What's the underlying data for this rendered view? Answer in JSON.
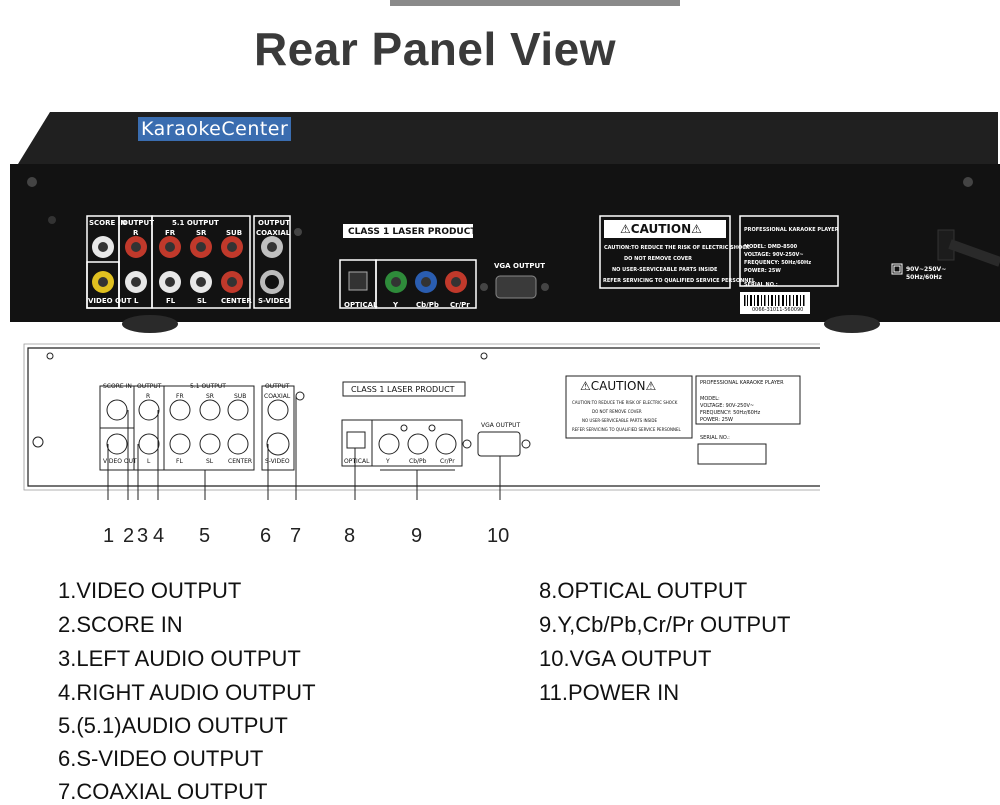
{
  "title": "Rear Panel View",
  "brand": "KaraokeCenter",
  "photo_labels": {
    "score_in": "SCORE IN",
    "output": "OUTPUT",
    "five_one_output": "5.1 OUTPUT",
    "output2": "OUTPUT",
    "coaxial": "COAXIAL",
    "r": "R",
    "l": "L",
    "fr": "FR",
    "sr": "SR",
    "sub": "SUB",
    "fl": "FL",
    "sl": "SL",
    "center": "CENTER",
    "video_out": "VIDEO OUT",
    "s_video": "S-VIDEO",
    "class1": "CLASS 1 LASER PRODUCT",
    "vga_output": "VGA OUTPUT",
    "optical": "OPTICAL",
    "y": "Y",
    "cb_pb": "Cb/Pb",
    "cr_pr": "Cr/Pr",
    "caution": "CAUTION",
    "caution_l1": "CAUTION:TO REDUCE THE RISK OF ELECTRIC SHOCK",
    "caution_l2": "DO NOT REMOVE COVER",
    "caution_l3": "NO USER-SERVICEABLE PARTS INSIDE",
    "caution_l4": "REFER SERVICING TO QUALIFIED SERVICE PERSONNEL",
    "pro_player": "PROFESSIONAL KARAOKE PLAYER",
    "model": "MODEL: DMD-8500",
    "voltage": "VOLTAGE: 90V-250V~",
    "frequency": "FREQUENCY: 50Hz/60Hz",
    "power": "POWER: 25W",
    "serial": "SERIAL NO.:",
    "barcode_num": "0066-31011-560090",
    "power_rating_1": "90V~250V~",
    "power_rating_2": "50Hz/60Hz"
  },
  "diagram_labels": {
    "score_in": "SCORE IN",
    "output": "OUTPUT",
    "five_one_output": "5.1 OUTPUT",
    "output2": "OUTPUT",
    "coaxial": "COAXIAL",
    "r": "R",
    "l": "L",
    "fr": "FR",
    "sr": "SR",
    "sub": "SUB",
    "fl": "FL",
    "sl": "SL",
    "center": "CENTER",
    "video_out": "VIDEO OUT",
    "s_video": "S-VIDEO",
    "class1": "CLASS 1 LASER PRODUCT",
    "vga_output": "VGA OUTPUT",
    "optical": "OPTICAL",
    "y": "Y",
    "cb_pb": "Cb/Pb",
    "cr_pr": "Cr/Pr",
    "caution": "CAUTION",
    "caution_l1": "CAUTION:TO REDUCE THE RISK OF ELECTRIC SHOCK",
    "caution_l2": "DO NOT REMOVE COVER",
    "caution_l3": "NO USER-SERVICEABLE PARTS INSIDE",
    "caution_l4": "REFER SERVICING TO QUALIFIED SERVICE PERSONNEL",
    "pro_player": "PROFESSIONAL KARAOKE PLAYER",
    "model": "MODEL:",
    "voltage": "VOLTAGE: 90V-250V~",
    "frequency": "FREQUENCY: 50Hz/60Hz",
    "power": "POWER: 25W",
    "serial": "SERIAL NO.:"
  },
  "callouts": [
    "1",
    "2",
    "3",
    "4",
    "5",
    "6",
    "7",
    "8",
    "9",
    "10"
  ],
  "legend_left": [
    "1.VIDEO OUTPUT",
    "2.SCORE IN",
    "3.LEFT AUDIO OUTPUT",
    "4.RIGHT AUDIO OUTPUT",
    "5.(5.1)AUDIO OUTPUT",
    "6.S-VIDEO OUTPUT",
    "7.COAXIAL  OUTPUT"
  ],
  "legend_right": [
    "8.OPTICAL OUTPUT",
    "9.Y,Cb/Pb,Cr/Pr OUTPUT",
    "10.VGA OUTPUT",
    "11.POWER IN"
  ],
  "colors": {
    "chassis": "#141414",
    "red_jack": "#c0392b",
    "white_jack": "#e8e8e8",
    "yellow_jack": "#e0c020",
    "green_jack": "#2e8b3a",
    "blue_jack": "#2a5db0",
    "brand_bg": "#3a6db0"
  }
}
